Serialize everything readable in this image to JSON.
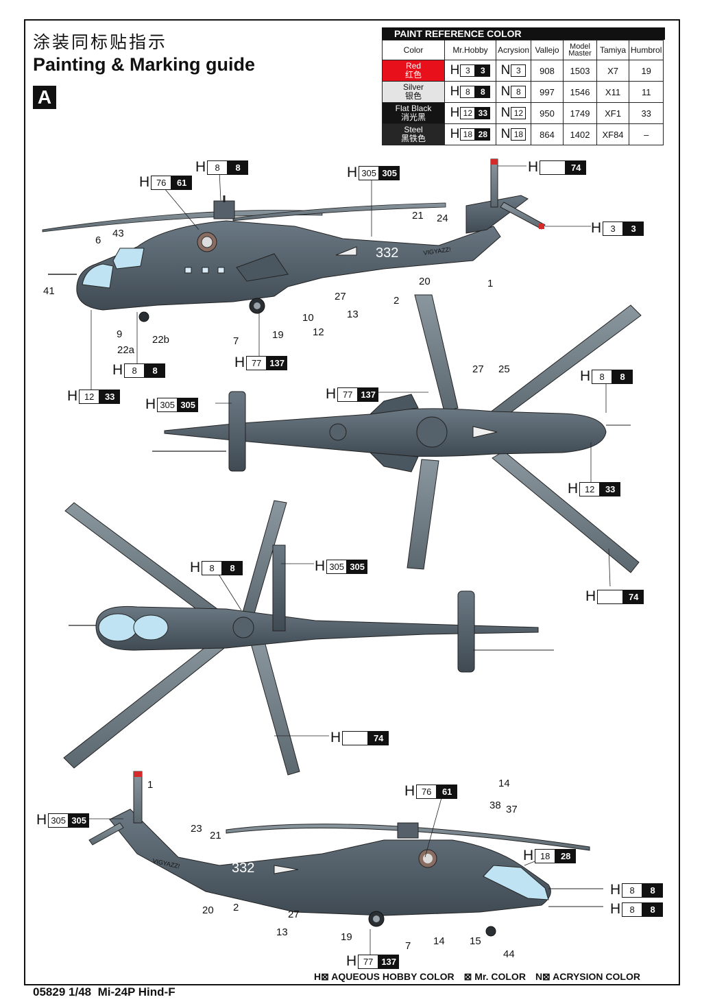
{
  "header": {
    "title_cn": "涂装同标贴指示",
    "title_en": "Painting & Marking guide",
    "scheme": "A"
  },
  "paint_table": {
    "heading": "PAINT  REFERENCE COLOR",
    "columns": [
      "Color",
      "Mr.Hobby",
      "Acrysion",
      "Vallejo",
      "Model Master",
      "Tamiya",
      "Humbrol"
    ],
    "rows": [
      {
        "name": "Red",
        "cn": "红色",
        "h1": "3",
        "h2": "3",
        "n": "3",
        "vallejo": "908",
        "mm": "1503",
        "tamiya": "X7",
        "humbrol": "19"
      },
      {
        "name": "Silver",
        "cn": "银色",
        "h1": "8",
        "h2": "8",
        "n": "8",
        "vallejo": "997",
        "mm": "1546",
        "tamiya": "X11",
        "humbrol": "11"
      },
      {
        "name": "Flat Black",
        "cn": "消光黑",
        "h1": "12",
        "h2": "33",
        "n": "12",
        "vallejo": "950",
        "mm": "1749",
        "tamiya": "XF1",
        "humbrol": "33"
      },
      {
        "name": "Steel",
        "cn": "黑铁色",
        "h1": "18",
        "h2": "28",
        "n": "18",
        "vallejo": "864",
        "mm": "1402",
        "tamiya": "XF84",
        "humbrol": "–"
      }
    ],
    "letters": {
      "h": "H",
      "n": "N"
    }
  },
  "callouts": [
    {
      "h1": "8",
      "h2": "8"
    },
    {
      "h1": "76",
      "h2": "61"
    },
    {
      "h1": "305",
      "h2": "305"
    },
    {
      "h1": "",
      "h2": "74"
    },
    {
      "h1": "3",
      "h2": "3"
    },
    {
      "h1": "77",
      "h2": "137"
    },
    {
      "h1": "8",
      "h2": "8"
    },
    {
      "h1": "12",
      "h2": "33"
    },
    {
      "h1": "305",
      "h2": "305"
    },
    {
      "h1": "77",
      "h2": "137"
    },
    {
      "h1": "8",
      "h2": "8"
    },
    {
      "h1": "12",
      "h2": "33"
    },
    {
      "h1": "8",
      "h2": "8"
    },
    {
      "h1": "305",
      "h2": "305"
    },
    {
      "h1": "",
      "h2": "74"
    },
    {
      "h1": "",
      "h2": "74"
    },
    {
      "h1": "305",
      "h2": "305"
    },
    {
      "h1": "76",
      "h2": "61"
    },
    {
      "h1": "18",
      "h2": "28"
    },
    {
      "h1": "8",
      "h2": "8"
    },
    {
      "h1": "8",
      "h2": "8"
    },
    {
      "h1": "77",
      "h2": "137"
    }
  ],
  "numbers": [
    "6",
    "43",
    "41",
    "9",
    "22a",
    "22b",
    "7",
    "19",
    "10",
    "12",
    "13",
    "27",
    "2",
    "20",
    "21",
    "24",
    "1",
    "27",
    "25",
    "1",
    "23",
    "21",
    "20",
    "2",
    "13",
    "27",
    "19",
    "7",
    "14",
    "15",
    "44",
    "38",
    "37",
    "14"
  ],
  "markings": {
    "serial": "332",
    "tail_text": "VIGYAZZ!"
  },
  "legend": {
    "h": "H⊠ AQUEOUS HOBBY COLOR",
    "mr": "⊠ Mr. COLOR",
    "n": "N⊠ ACRYSION COLOR"
  },
  "footer": {
    "code": "05829",
    "scale": "1/48",
    "name": "Mi-24P Hind-F"
  }
}
